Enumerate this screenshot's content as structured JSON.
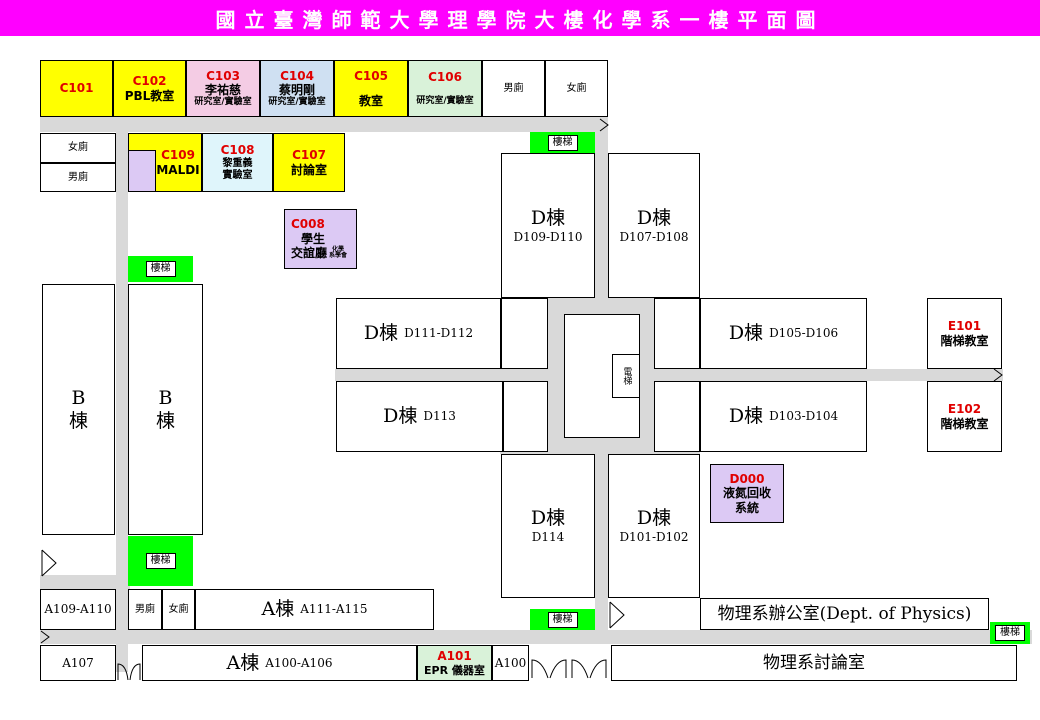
{
  "title": "國立臺灣師範大學理學院大樓化學系一樓平面圖",
  "rooms": {
    "c101": {
      "code": "C101"
    },
    "c102": {
      "code": "C102",
      "name": "PBL教室"
    },
    "c103": {
      "code": "C103",
      "name": "李祐慈",
      "sub": "研究室/實驗室"
    },
    "c104": {
      "code": "C104",
      "name": "蔡明剛",
      "sub": "研究室/實驗室"
    },
    "c105": {
      "code": "C105",
      "name": "教室"
    },
    "c106": {
      "code": "C106",
      "name": "研究室/實驗室"
    },
    "c107": {
      "code": "C107",
      "name": "討論室"
    },
    "c108": {
      "code": "C108",
      "name1": "黎重義",
      "name2": "實驗室"
    },
    "c109": {
      "code": "C109",
      "name": "MALDI"
    },
    "c008": {
      "code": "C008",
      "name1": "學生",
      "name2": "交誼廳",
      "tag1": "化學",
      "tag2": "系學會"
    },
    "d000": {
      "code": "D000",
      "name1": "液氮回收",
      "name2": "系統"
    },
    "e101": {
      "code": "E101",
      "name": "階梯教室"
    },
    "e102": {
      "code": "E102",
      "name": "階梯教室"
    },
    "a101": {
      "code": "A101",
      "name": "EPR 儀器室"
    }
  },
  "restrooms": {
    "men": "男廁",
    "women": "女廁"
  },
  "stairs": "樓梯",
  "elevator": "電梯",
  "blocks": {
    "d_label": "D棟",
    "d109": "D109-D110",
    "d107": "D107-D108",
    "d111": "D111-D112",
    "d113": "D113",
    "d105": "D105-D106",
    "d103": "D103-D104",
    "d114": "D114",
    "d101": "D101-D102",
    "b_char1": "B",
    "b_char2": "棟",
    "a_label": "A棟",
    "a111": "A111-A115",
    "a100": "A100-A106",
    "a109": "A109-A110",
    "a107": "A107",
    "a100_small": "A100",
    "physics_office": "物理系辦公室(Dept. of Physics)",
    "physics_discussion": "物理系討論室"
  },
  "colors": {
    "banner": "#ff00ff",
    "corridor": "#d9d9d9",
    "stairs": "#00ff00",
    "yellow": "#ffff00",
    "pink": "#f4cce4",
    "light_blue": "#cfe0f2",
    "light_green": "#d9f2d9",
    "cyan_light": "#dff5fb",
    "lavender": "#dcc9f4",
    "room_code": "#e00000"
  }
}
